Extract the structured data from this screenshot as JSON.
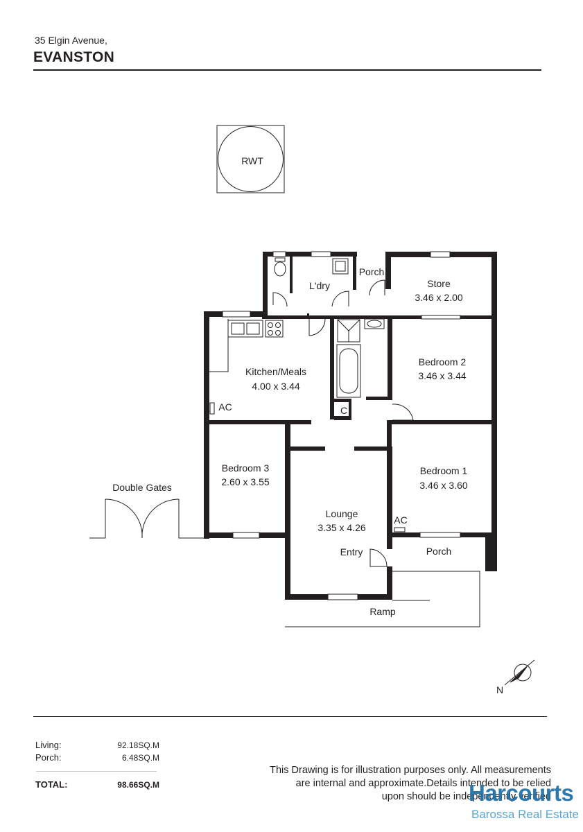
{
  "header": {
    "address": "35 Elgin Avenue,",
    "suburb": "EVANSTON"
  },
  "rooms": {
    "rwt": "RWT",
    "porch_top": "Porch",
    "laundry": "L'dry",
    "store_name": "Store",
    "store_dims": "3.46 x 2.00",
    "kitchen_name": "Kitchen/Meals",
    "kitchen_dims": "4.00 x 3.44",
    "kitchen_ac": "AC",
    "bedroom2_name": "Bedroom 2",
    "bedroom2_dims": "3.46 x 3.44",
    "cupboard": "C",
    "bedroom3_name": "Bedroom 3",
    "bedroom3_dims": "2.60 x 3.55",
    "bedroom1_name": "Bedroom 1",
    "bedroom1_dims": "3.46 x 3.60",
    "bedroom1_ac": "AC",
    "lounge_name": "Lounge",
    "lounge_dims": "3.35 x 4.26",
    "entry": "Entry",
    "porch_front": "Porch",
    "ramp": "Ramp",
    "double_gates": "Double Gates",
    "north": "N"
  },
  "areas": {
    "living_label": "Living:",
    "living_value": "92.18SQ.M",
    "porch_label": "Porch:",
    "porch_value": "6.48SQ.M",
    "total_label": "TOTAL:",
    "total_value": "98.66SQ.M"
  },
  "disclaimer": {
    "line1": "This Drawing is for illustration purposes only. All measurements",
    "line2": "are internal and approximate.Details intended to be relied",
    "line3": "upon should be independently verified"
  },
  "branding": {
    "logo": "Harcourts",
    "office": "Barossa Real Estate"
  },
  "colors": {
    "wall": "#231f20",
    "logo_primary": "#1f6fa6",
    "logo_secondary": "#5aa6cf"
  }
}
